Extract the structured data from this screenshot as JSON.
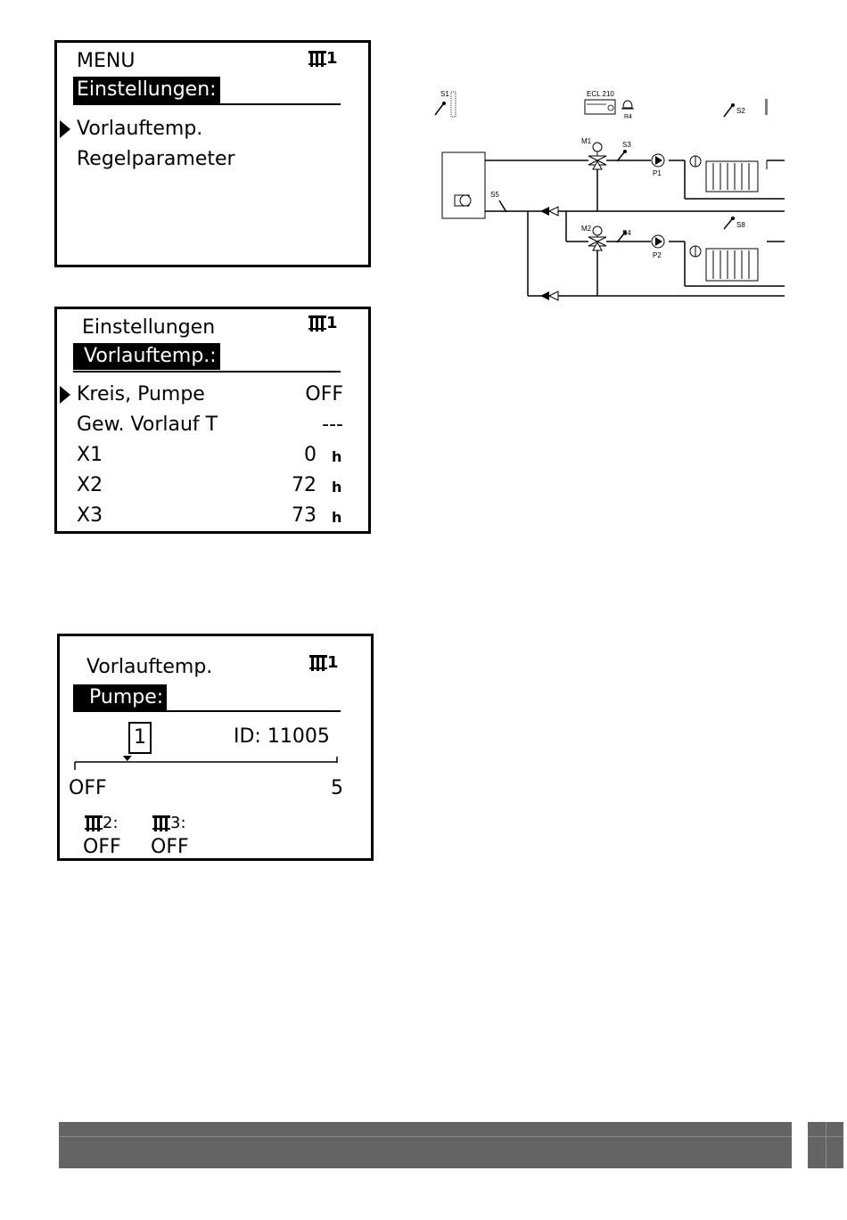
{
  "screen1": {
    "title": "MENU",
    "circuit": "1",
    "highlight": "Einstellungen:",
    "items": [
      "Vorlauftemp.",
      "Regelparameter"
    ]
  },
  "screen2": {
    "title": "Einstellungen",
    "circuit": "1",
    "highlight": "Vorlauftemp.:",
    "rows": [
      {
        "label": "Kreis, Pumpe",
        "value": "OFF",
        "unit": ""
      },
      {
        "label": "Gew. Vorlauf T",
        "value": "---",
        "unit": ""
      },
      {
        "label": "X1",
        "value": "0",
        "unit": "h"
      },
      {
        "label": "X2",
        "value": "72",
        "unit": "h"
      },
      {
        "label": "X3",
        "value": "73",
        "unit": "h"
      }
    ]
  },
  "screen3": {
    "title": "Vorlauftemp.",
    "circuit": "1",
    "highlight": "Pumpe:",
    "current_value": "1",
    "id_label": "ID: 11005",
    "slider": {
      "min_label": "OFF",
      "max_label": "5",
      "min": 0,
      "max": 5,
      "value": 1
    },
    "circuit2": {
      "label": "2:",
      "value": "OFF"
    },
    "circuit3": {
      "label": "3:",
      "value": "OFF"
    }
  },
  "diagram": {
    "labels": {
      "s1": "S1",
      "ecl": "ECL 210",
      "r4": "R4",
      "s2": "S2",
      "m1": "M1",
      "s3": "S3",
      "p1": "P1",
      "s5": "S5",
      "m2": "M2",
      "s4": "S4",
      "p2": "P2",
      "s8": "S8"
    }
  }
}
